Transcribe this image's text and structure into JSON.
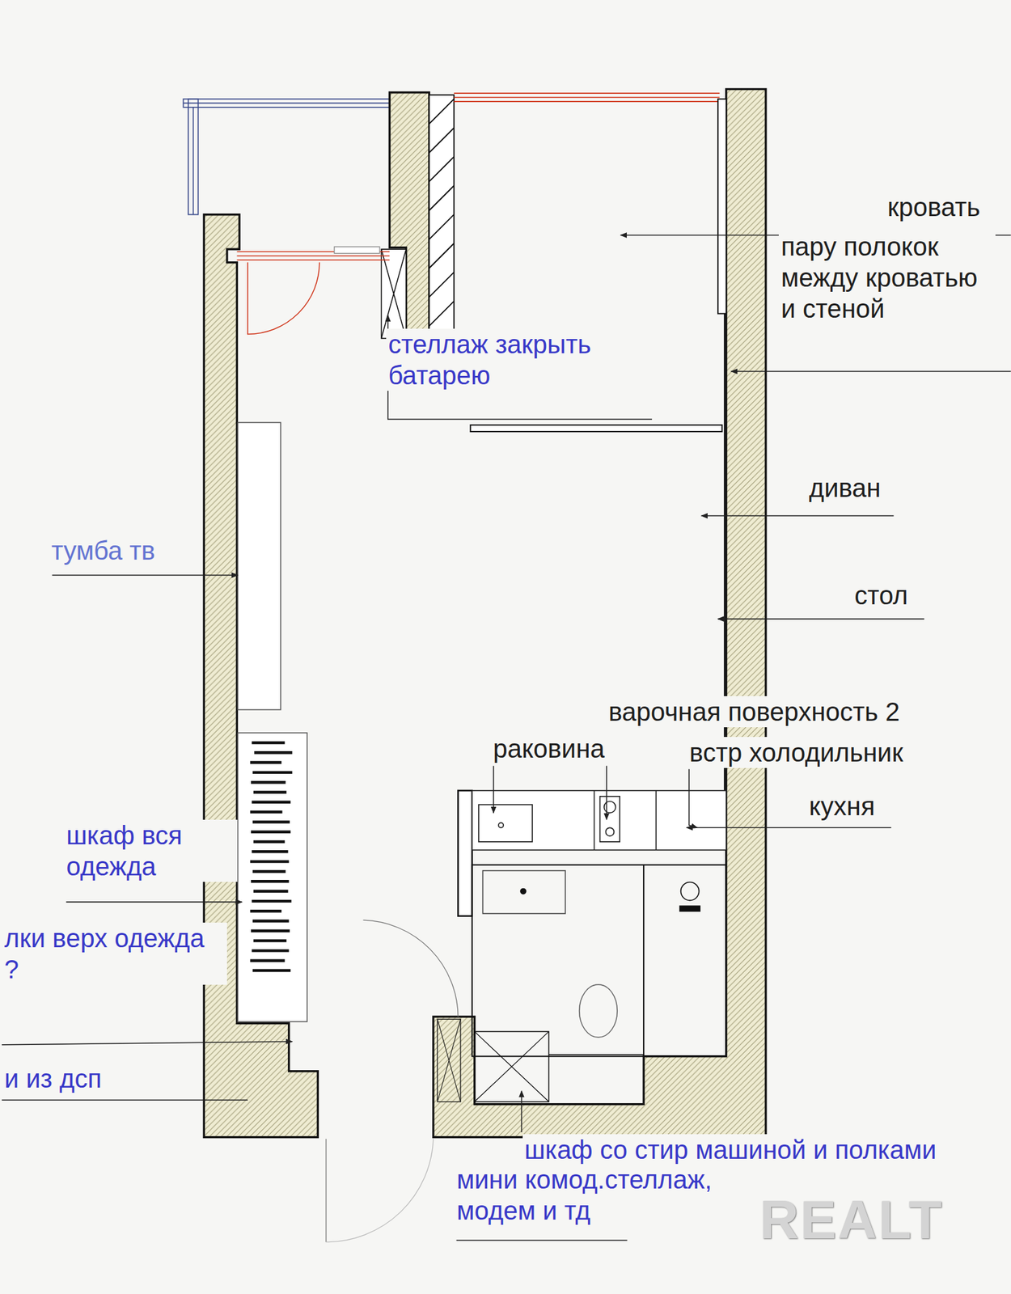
{
  "diagram": {
    "labels": [
      "кровать",
      "пару полокок между кроватью и стеной",
      "стеллаж закрыть батарею",
      "диван",
      "тумба тв",
      "стол",
      "варочная поверхность 2",
      "раковина",
      "встр холодильник",
      "кухня",
      "шкаф вся одежда",
      "лки верх одежда ?",
      "и из дсп",
      "шкаф со стир машиной и полками",
      "мини комод.стеллаж, модем и тд",
      "REALT"
    ]
  }
}
